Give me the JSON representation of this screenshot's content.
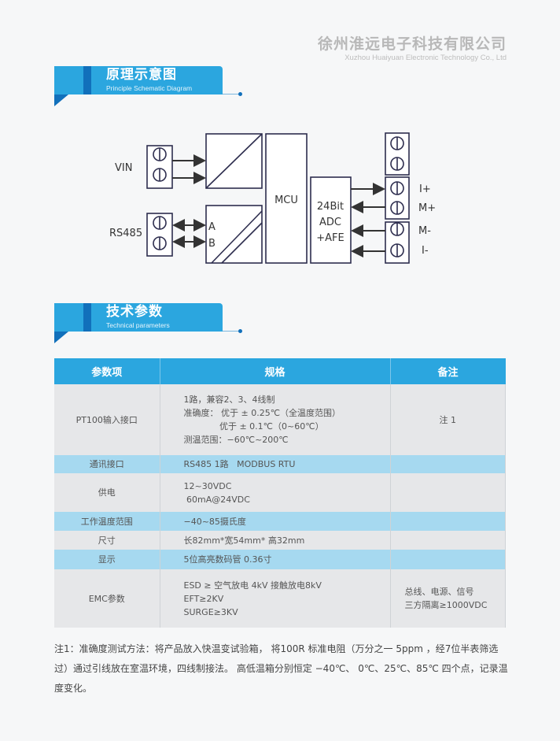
{
  "company": {
    "name_cn": "徐州淮远电子科技有限公司",
    "name_en": "Xuzhou Huaiyuan Electronic Technology Co., Ltd"
  },
  "section1": {
    "title": "原理示意图",
    "subtitle": "Principle Schematic Diagram"
  },
  "diagram": {
    "vin": "VIN",
    "rs485": "RS485",
    "a": "A",
    "b": "B",
    "mcu": "MCU",
    "adc": [
      "24Bit",
      "ADC",
      "+AFE"
    ],
    "pins": [
      "I+",
      "M+",
      "M-",
      "I-"
    ]
  },
  "section2": {
    "title": "技术参数",
    "subtitle": "Technical parameters"
  },
  "table": {
    "headers": [
      "参数项",
      "规格",
      "备注"
    ],
    "rows": [
      {
        "param": "PT100输入接口",
        "spec": [
          "1路，兼容2、3、4线制",
          "准确度： 优于 ± 0.25℃（全温度范围）",
          "             优于 ± 0.1℃（0~60℃）",
          "测温范围：−60℃~200℃"
        ],
        "note": "注 1"
      },
      {
        "param": "通讯接口",
        "spec": [
          "RS485 1路   MODBUS RTU"
        ],
        "note": ""
      },
      {
        "param": "供电",
        "spec": [
          "12~30VDC",
          " 60mA@24VDC"
        ],
        "note": ""
      },
      {
        "param": "工作温度范围",
        "spec": [
          "−40~85摄氏度"
        ],
        "note": ""
      },
      {
        "param": "尺寸",
        "spec": [
          "长82mm*宽54mm* 高32mm"
        ],
        "note": ""
      },
      {
        "param": "显示",
        "spec": [
          "5位高亮数码管 0.36寸"
        ],
        "note": ""
      },
      {
        "param": "EMC参数",
        "spec": [
          "ESD ≥ 空气放电 4kV 接触放电8kV",
          "EFT≥2KV",
          "SURGE≥3KV"
        ],
        "note": [
          "总线、电源、信号",
          "三方隔离≥1000VDC"
        ]
      }
    ]
  },
  "footnote": "注1：准确度测试方法：将产品放入快温变试验箱， 将100R 标准电阻（万分之一 5ppm ，经7位半表筛选过）通过引线放在室温环境，四线制接法。 高低温箱分别恒定 −40℃、  0℃、25℃、85℃ 四个点，记录温度变化。"
}
